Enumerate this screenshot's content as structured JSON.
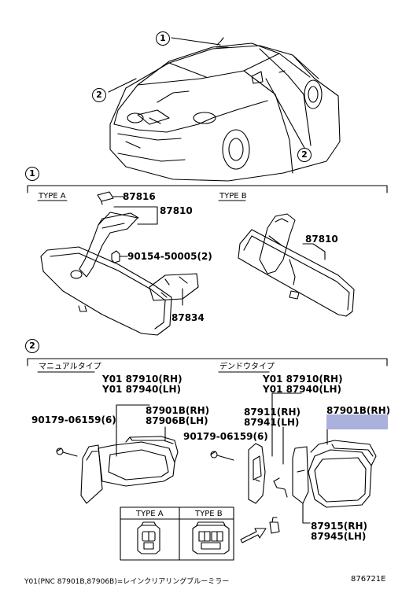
{
  "callouts": {
    "top_left": "1",
    "mid_left": "2",
    "right": "2",
    "section1": "1",
    "section2": "2"
  },
  "section1": {
    "type_a_label": "TYPE A",
    "type_b_label": "TYPE B",
    "part_87816": "87816",
    "part_87810_a": "87810",
    "part_90154": "90154-50005(2)",
    "part_87834": "87834",
    "part_87810_b": "87810"
  },
  "section2": {
    "left_title": "マニュアルタイプ",
    "right_title": "デンドウタイプ",
    "left_rh": "Y01 87910(RH)",
    "left_lh": "Y01 87940(LH)",
    "left_901b": "87901B(RH)",
    "left_906b": "87906B(LH)",
    "left_screw": "90179-06159(6)",
    "right_rh": "Y01 87910(RH)",
    "right_lh": "Y01 87940(LH)",
    "right_911": "87911(RH)",
    "right_941": "87941(LH)",
    "right_901b": "87901B(RH)",
    "right_screw": "90179-06159(6)",
    "right_915": "87915(RH)",
    "right_945": "87945(LH)",
    "inset_type_a": "TYPE A",
    "inset_type_b": "TYPE B"
  },
  "highlight_color": "#a9b1dc",
  "footer": {
    "note": "Y01(PNC 87901B,87906B)=レインクリアリングブルーミラー",
    "code": "876721E"
  }
}
